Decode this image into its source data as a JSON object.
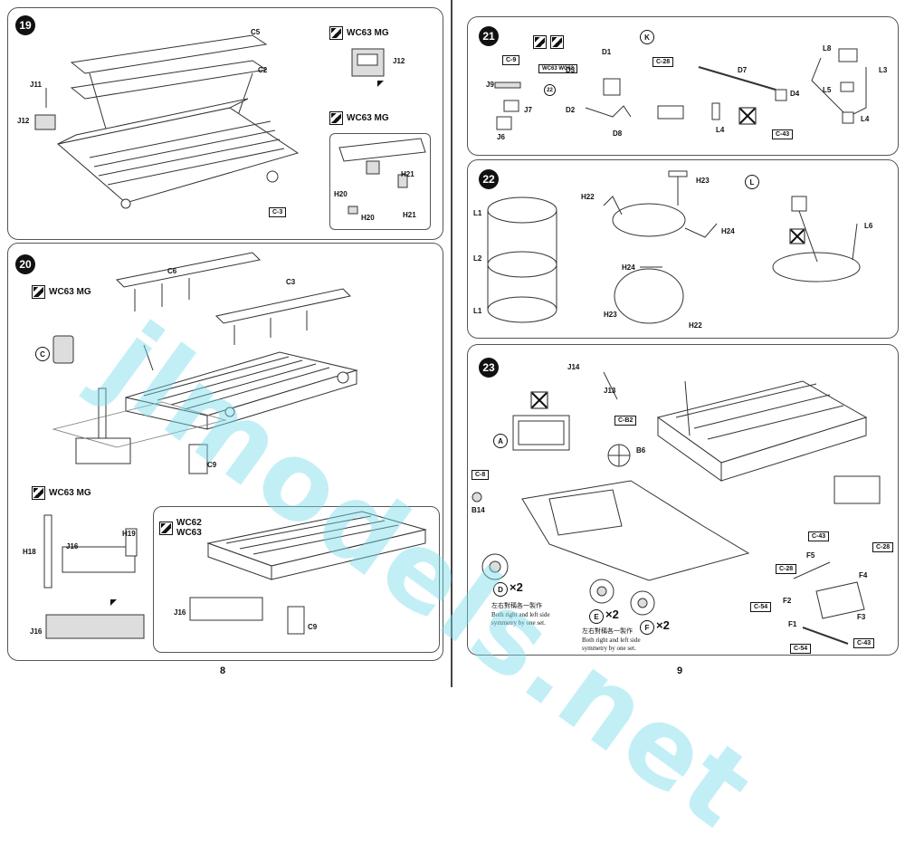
{
  "pages": {
    "left": "8",
    "right": "9"
  },
  "watermark": "jlmodels.net",
  "steps": {
    "s19": {
      "num": "19",
      "labels": [
        "C5",
        "C2",
        "J11",
        "J12",
        "C-3"
      ],
      "mg1": "WC63 MG",
      "mg1_part": "J12",
      "mg2": "WC63 MG",
      "mg2_parts": [
        "H21",
        "H20",
        "H20",
        "H21"
      ]
    },
    "s20": {
      "num": "20",
      "mg_top": "WC63 MG",
      "callout": "C",
      "labels": [
        "C6",
        "C3",
        "C9"
      ],
      "mg_bottom": "WC63 MG",
      "bottom_labels": [
        "H19",
        "J16",
        "H18",
        "J16"
      ],
      "wc_a": "WC62",
      "wc_b": "WC63",
      "wc_labels": [
        "J16",
        "C9"
      ]
    },
    "s21": {
      "num": "21",
      "callout": "K",
      "labels": [
        "C-9",
        "J9",
        "J7",
        "J6",
        "D1",
        "D3",
        "D2",
        "D8",
        "C-28",
        "D7",
        "L4",
        "D4",
        "C-43",
        "L8",
        "L3",
        "L5",
        "L4"
      ],
      "circled": "22",
      "plate": "WC63 WC62"
    },
    "s22": {
      "num": "22",
      "callout": "L",
      "labels": [
        "L1",
        "L2",
        "L1",
        "H22",
        "H23",
        "H24",
        "H24",
        "H23",
        "H22",
        "L6"
      ]
    },
    "s23": {
      "num": "23",
      "labels": [
        "J14",
        "J13",
        "C-B2",
        "B6",
        "C-8",
        "B14",
        "C-43",
        "C-28",
        "F5",
        "F4",
        "C-28",
        "F2",
        "C-54",
        "F3",
        "F1",
        "C-54",
        "C-43"
      ],
      "callouts": [
        "A",
        "D",
        "E",
        "F"
      ],
      "mult": "×2",
      "note_cn": "左右對稱各一製作",
      "note_en1": "Both right and left side",
      "note_en2": "symmetry by one set."
    }
  }
}
